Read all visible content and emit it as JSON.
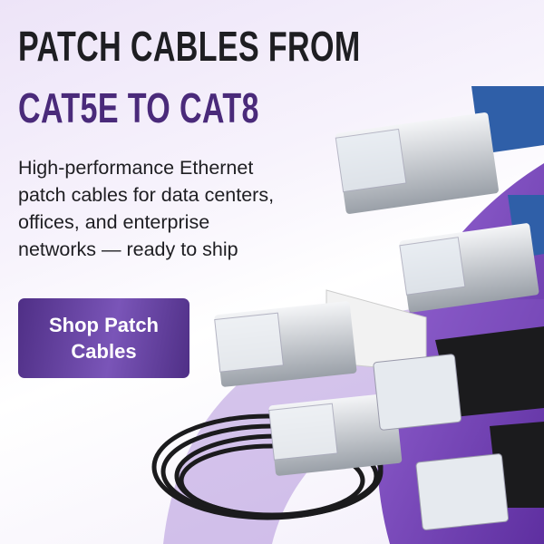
{
  "headline": {
    "line1": "PATCH CABLES FROM",
    "line2": "CAT5E TO CAT8"
  },
  "description": {
    "lines": [
      "High-performance Ethernet",
      "patch cables for data centers,",
      "offices, and enterprise",
      "networks — ready to ship"
    ]
  },
  "cta": {
    "line1": "Shop Patch",
    "line2": "Cables"
  },
  "colors": {
    "accent": "#4a2a7a",
    "button": "#6a46a8",
    "blue_cable": "#2f5fa8",
    "white_cable": "#f2f2f2",
    "black_cable": "#1b1b1d"
  }
}
